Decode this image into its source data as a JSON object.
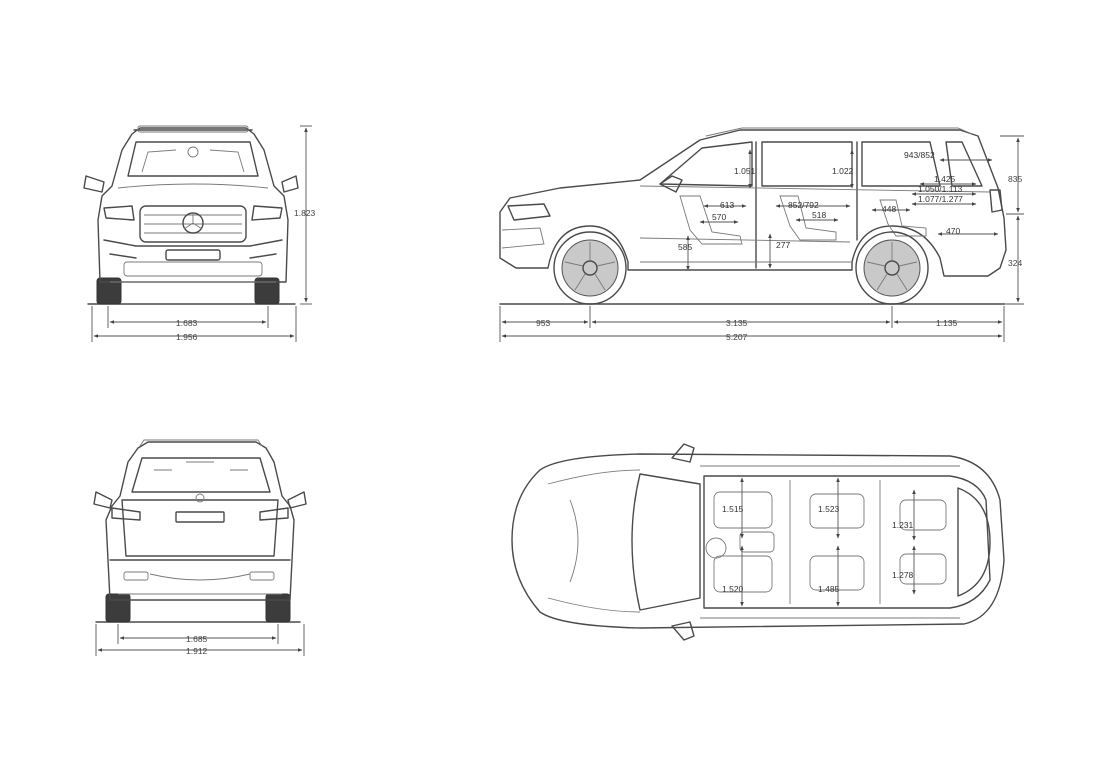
{
  "front_view": {
    "dimensions": {
      "height": "1.823",
      "track": "1.683",
      "width": "1.956"
    }
  },
  "side_view": {
    "dimensions": {
      "roof_height": "835",
      "lower_height": "324",
      "front_overhang": "953",
      "wheelbase": "3.135",
      "rear_overhang": "1.135",
      "overall_length": "5.207",
      "headroom_front": "1.051",
      "headroom_second": "1.022",
      "headroom_third": "943/852",
      "shoulder_1": "1.425",
      "shoulder_2": "1.050/1.113",
      "shoulder_3": "1.077/1.277",
      "legroom_front": "613",
      "seat_front": "570",
      "legroom_second": "852/792",
      "seat_second": "518",
      "legroom_third": "448",
      "cargo_depth": "470",
      "sill_height": "585",
      "floor_height": "277"
    }
  },
  "rear_view": {
    "dimensions": {
      "track": "1.685",
      "width": "1.912"
    }
  },
  "top_view": {
    "dimensions": {
      "elbow_front_upper": "1.515",
      "elbow_front_lower": "1.520",
      "elbow_second_upper": "1.523",
      "elbow_second_lower": "1.485",
      "elbow_third_upper": "1.231",
      "elbow_third_lower": "1.278"
    }
  }
}
